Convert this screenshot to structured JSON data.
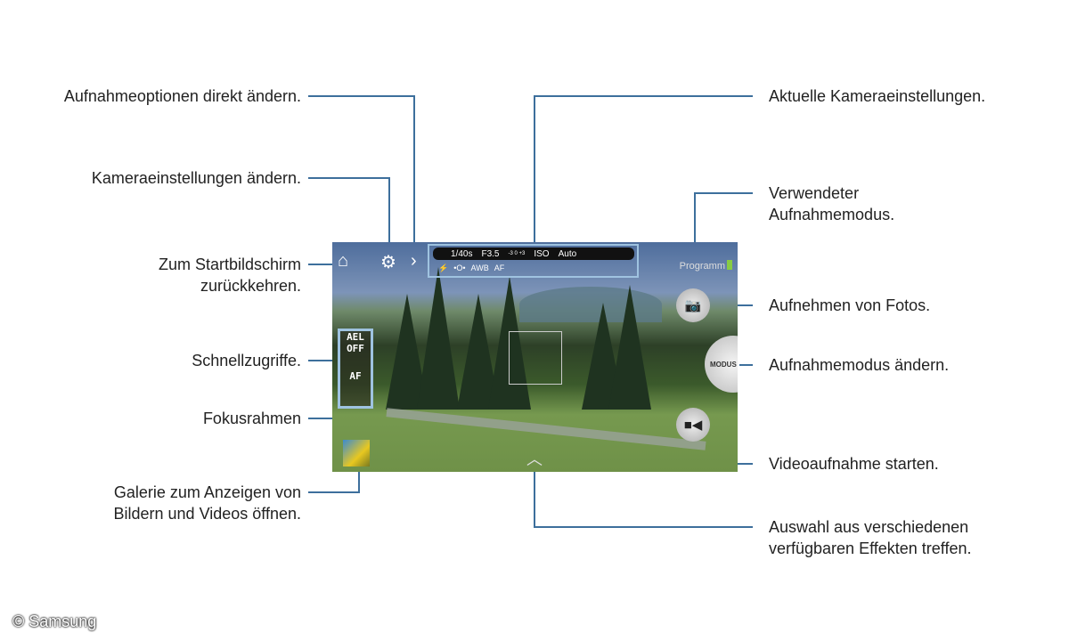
{
  "left_labels": [
    "Aufnahmeoptionen direkt ändern.",
    "Kameraeinstellungen ändern.",
    "Zum Startbildschirm zurückkehren.",
    "Schnellzugriffe.",
    "Fokusrahmen",
    "Galerie zum Anzeigen von Bildern und Videos öffnen."
  ],
  "right_labels": [
    "Aktuelle Kameraeinstellungen.",
    "Verwendeter Aufnahmemodus.",
    "Aufnehmen von Fotos.",
    "Aufnahmemodus ändern.",
    "Videoaufnahme starten.",
    "Auswahl aus verschiedenen verfügbaren Effekten treffen."
  ],
  "camera": {
    "shutter": "1/40s",
    "aperture": "F3.5",
    "ev_min": "-3",
    "ev_mid": "0",
    "ev_max": "+3",
    "iso_label": "ISO",
    "iso_value": "Auto",
    "flash": "⚡",
    "metering": "•O•",
    "wb": "AWB",
    "af": "AF",
    "mode": "Programm",
    "ael": "AEL",
    "off": "OFF",
    "modus_button": "MODUS"
  },
  "copyright": "© Samsung",
  "colors": {
    "callout": "#3d6f9c"
  }
}
